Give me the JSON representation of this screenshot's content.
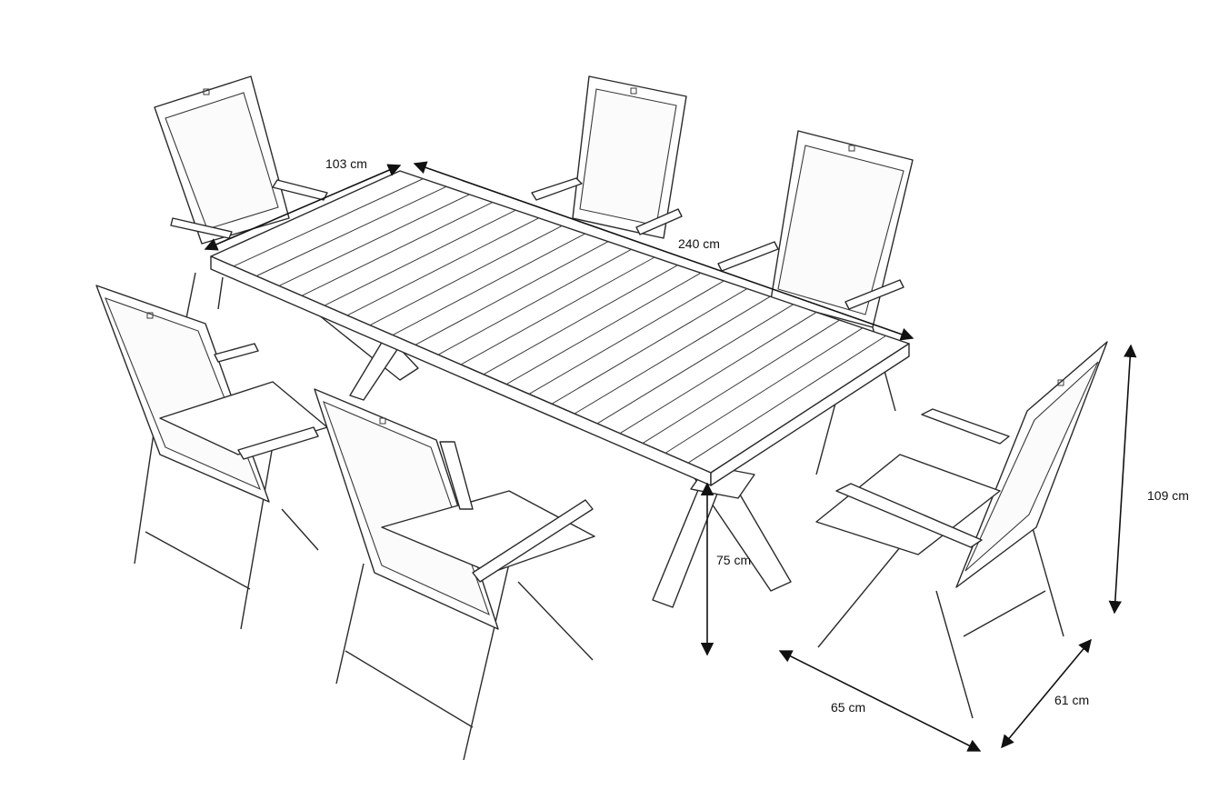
{
  "dimensions": {
    "table_width": "103 cm",
    "table_length": "240 cm",
    "table_height": "75 cm",
    "chair_height": "109 cm",
    "chair_width": "65 cm",
    "chair_depth": "61 cm"
  },
  "colors": {
    "line": "#2a2a2a",
    "background": "#ffffff"
  }
}
